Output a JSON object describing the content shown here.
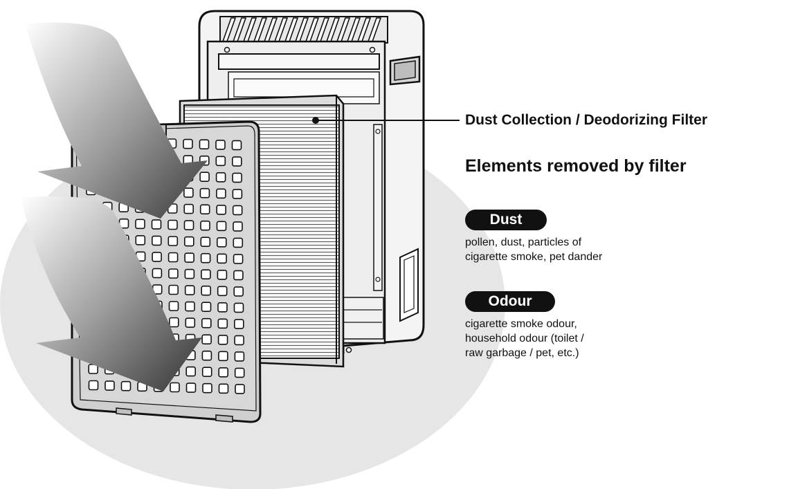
{
  "callout": {
    "label": "Dust Collection / Deodorizing Filter"
  },
  "filter_info": {
    "heading": "Elements removed by filter",
    "categories": [
      {
        "badge": "Dust",
        "lines": [
          "pollen, dust, particles of",
          "cigarette smoke, pet dander"
        ]
      },
      {
        "badge": "Odour",
        "lines": [
          "cigarette smoke odour,",
          "household odour (toilet /",
          "raw garbage / pet, etc.)"
        ]
      }
    ]
  },
  "icons": [
    "airflow-arrow-icon",
    "air-purifier-body",
    "filter-panel",
    "front-grille-panel"
  ]
}
